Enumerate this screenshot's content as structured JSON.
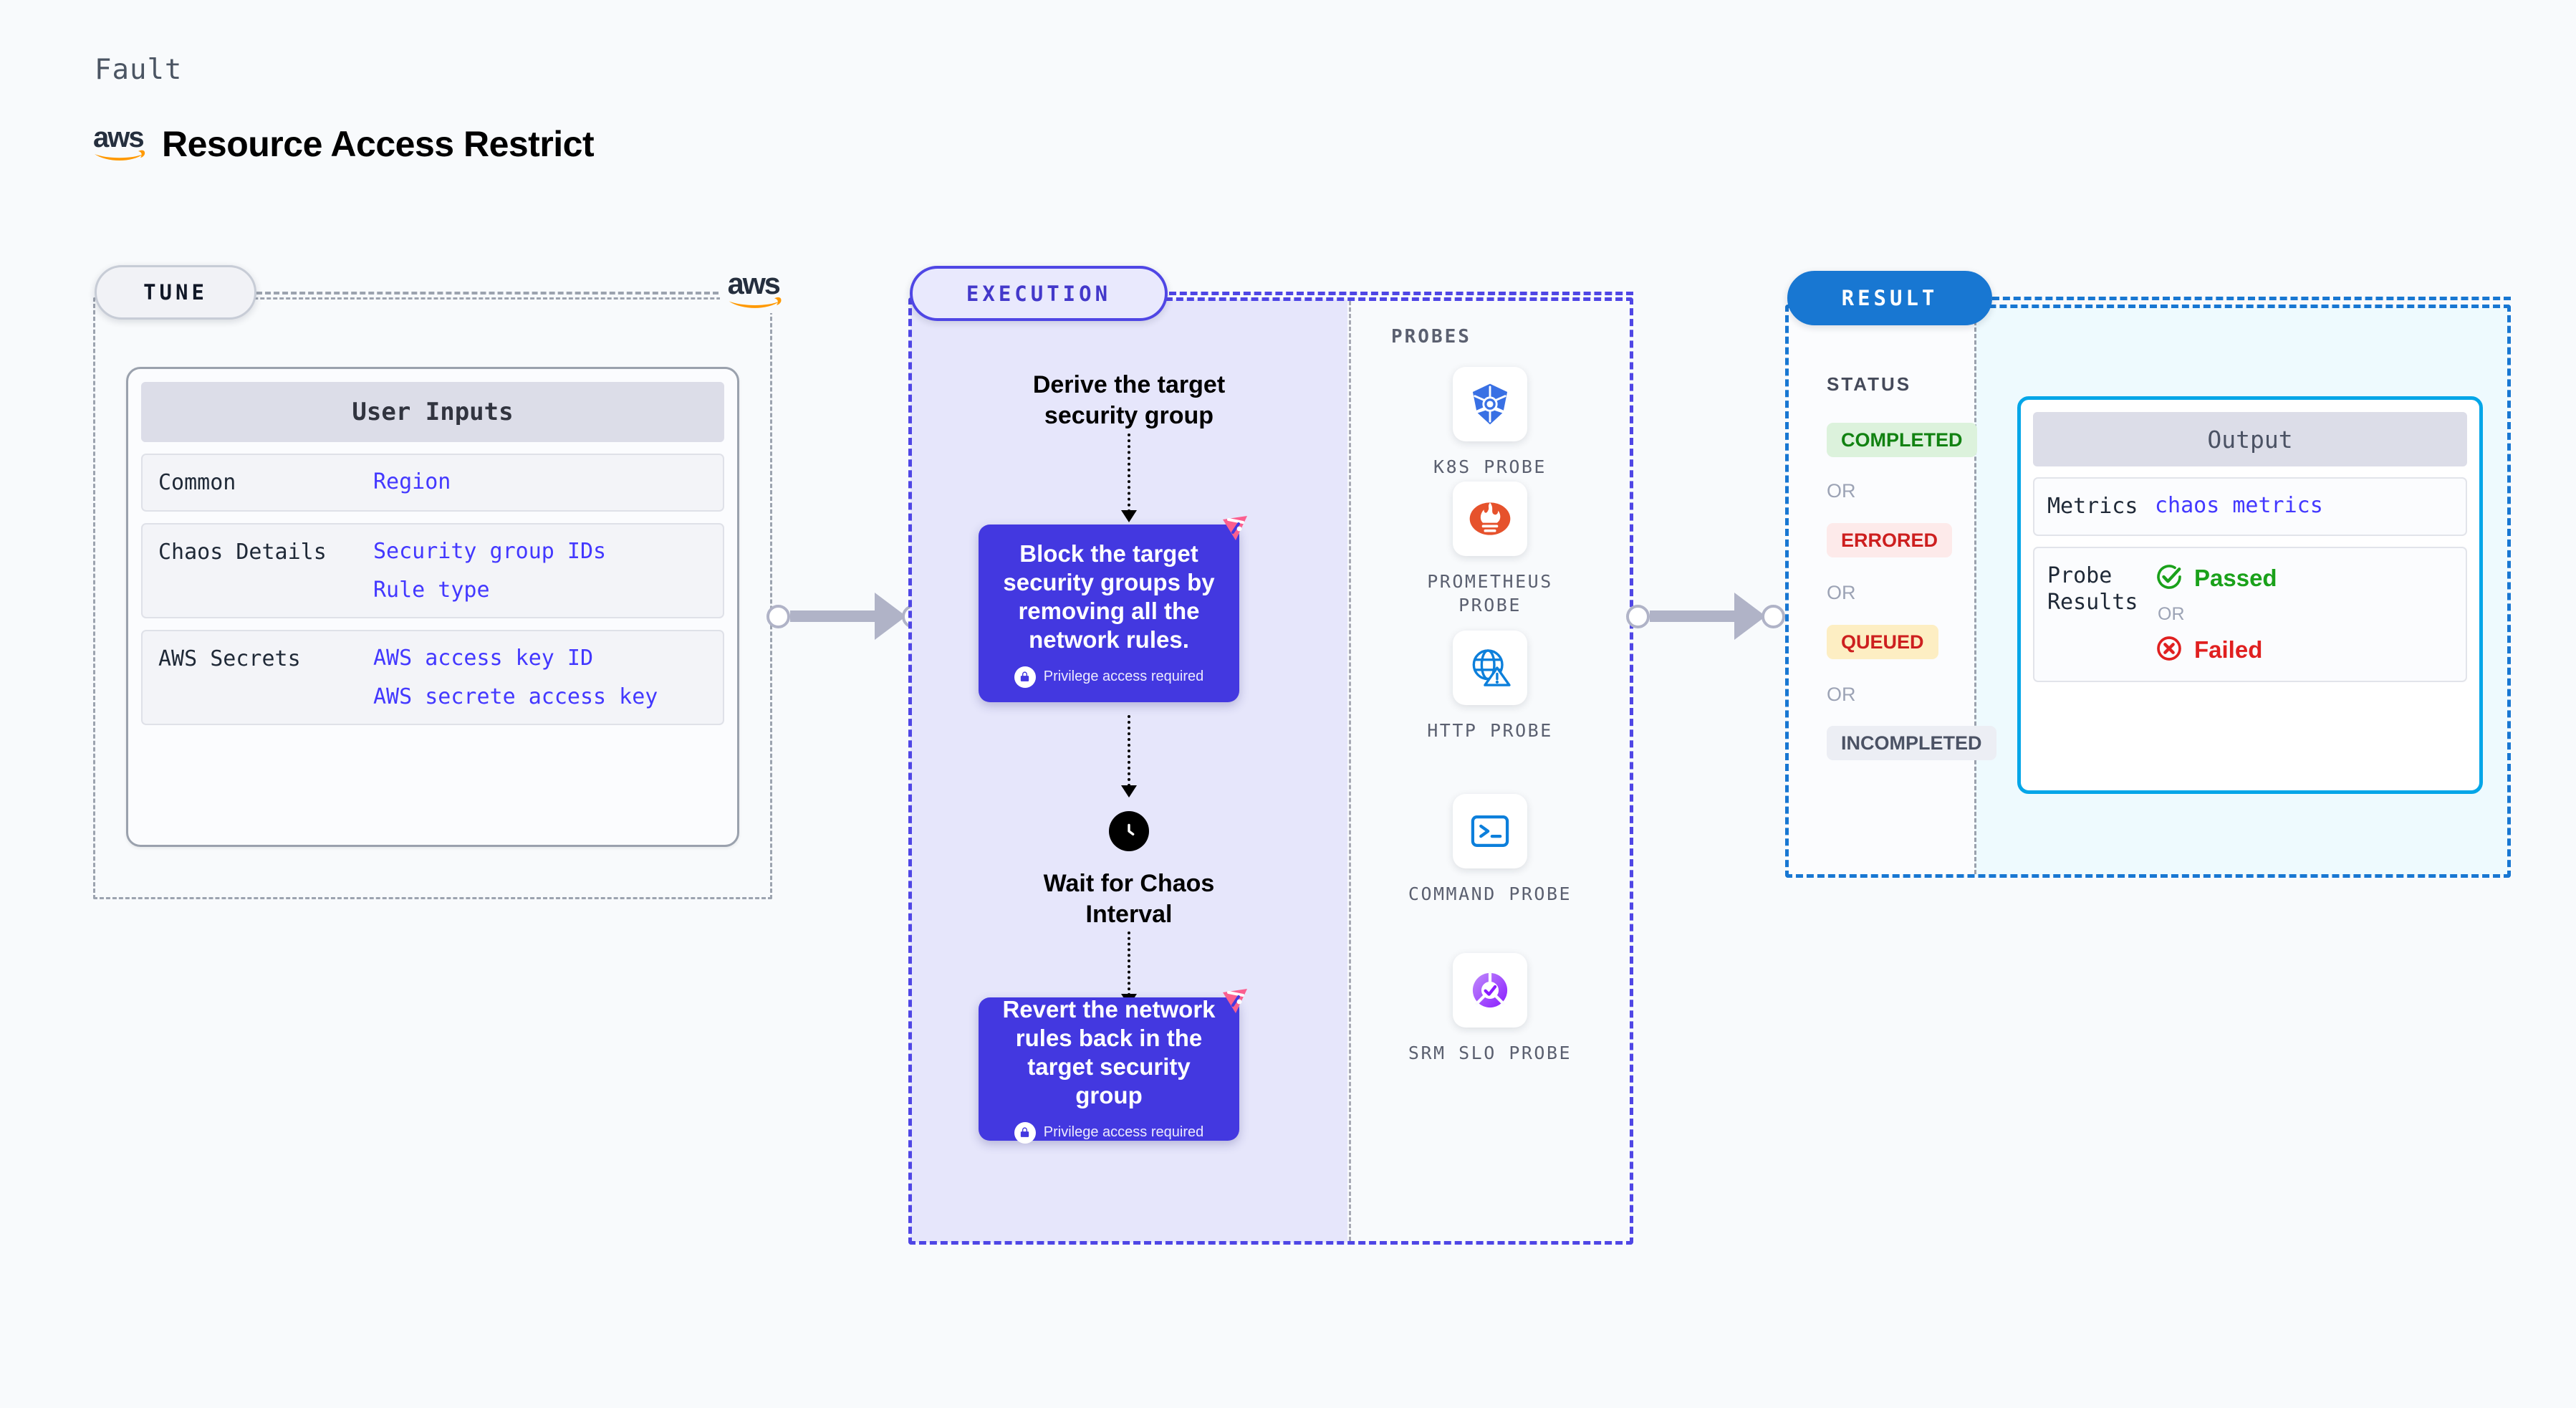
{
  "header": {
    "kicker": "Fault",
    "title": "Resource Access Restrict",
    "logo": "aws-logo"
  },
  "tune": {
    "pill_label": "TUNE",
    "badge_logo": "aws-logo",
    "card_title": "User Inputs",
    "rows": [
      {
        "label": "Common",
        "values": [
          "Region"
        ]
      },
      {
        "label": "Chaos Details",
        "values": [
          "Security group IDs",
          "Rule type"
        ]
      },
      {
        "label": "AWS Secrets",
        "values": [
          "AWS access key ID",
          "AWS secrete access key"
        ]
      }
    ]
  },
  "execution": {
    "pill_label": "EXECUTION",
    "step1_title": "Derive the target security group",
    "box1_text": "Block the target security groups by removing all the network rules.",
    "box1_note": "Privilege access required",
    "wait_title": "Wait for Chaos Interval",
    "box2_text": "Revert the network rules back in the target security group",
    "box2_note": "Privilege access required"
  },
  "probes": {
    "section_label": "PROBES",
    "items": [
      {
        "name": "K8S PROBE",
        "icon": "kubernetes-icon"
      },
      {
        "name": "PROMETHEUS PROBE",
        "icon": "prometheus-icon"
      },
      {
        "name": "HTTP PROBE",
        "icon": "http-globe-warning-icon"
      },
      {
        "name": "COMMAND PROBE",
        "icon": "terminal-icon"
      },
      {
        "name": "SRM SLO PROBE",
        "icon": "srm-slo-icon"
      }
    ]
  },
  "result": {
    "pill_label": "RESULT",
    "status_label": "STATUS",
    "or_label": "OR",
    "statuses": [
      {
        "text": "COMPLETED",
        "bg": "#dcf2dc",
        "fg": "#118211"
      },
      {
        "text": "ERRORED",
        "bg": "#fdeaea",
        "fg": "#cd1f1f"
      },
      {
        "text": "QUEUED",
        "bg": "#fdeec3",
        "fg": "#cd1f1f"
      },
      {
        "text": "INCOMPLETED",
        "bg": "#eceef4",
        "fg": "#4b5264"
      }
    ],
    "output": {
      "title": "Output",
      "metrics_label": "Metrics",
      "metrics_value": "chaos metrics",
      "probe_results_label": "Probe Results",
      "passed_text": "Passed",
      "failed_text": "Failed",
      "or_label": "OR",
      "passed_color": "#1aa11a",
      "failed_color": "#e02020"
    }
  },
  "colors": {
    "background": "#f8fafc",
    "tune_border": "#9ca3af",
    "execution_border": "#4f46e5",
    "execution_fill": "#e6e6fb",
    "execution_box": "#4338e0",
    "result_border": "#1877d2",
    "result_fill": "#eefafe",
    "output_border": "#04a6e8",
    "chaos_badge": "#fb5f8f",
    "link_value": "#4338ff"
  }
}
